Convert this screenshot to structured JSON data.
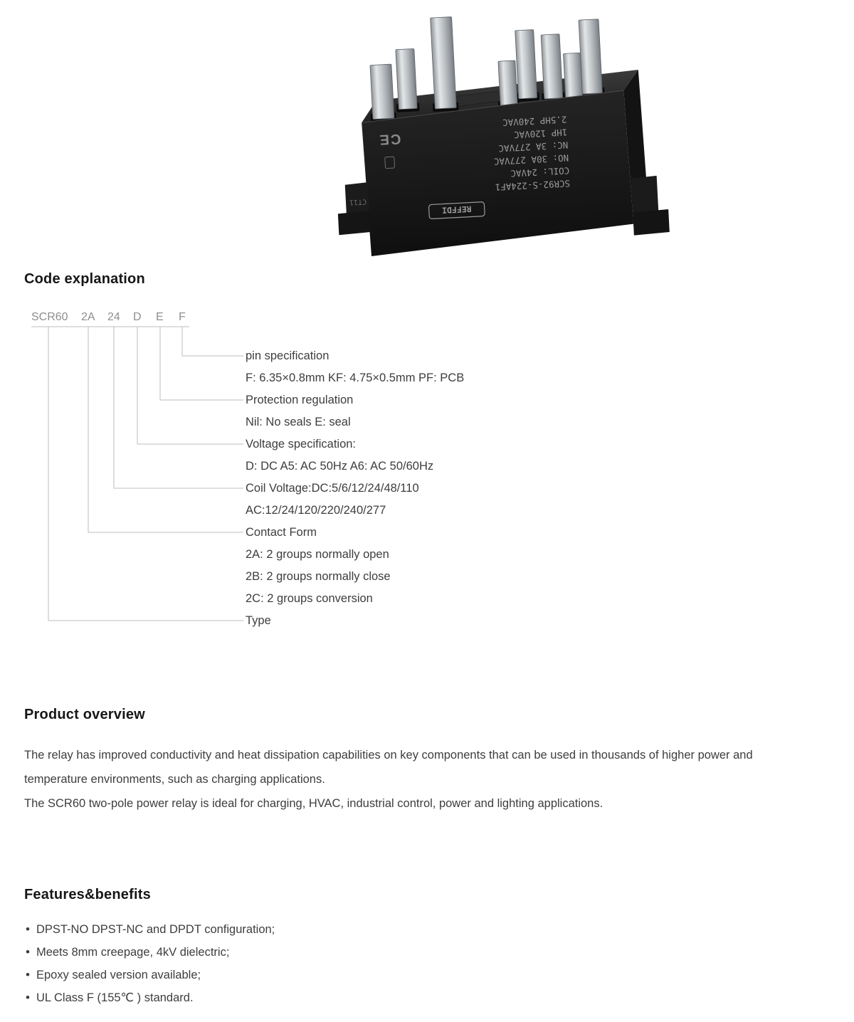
{
  "relay": {
    "model": "SCR92-S-224AF1",
    "coil": "COIL: 24VAC",
    "no_rating": "NO: 30A 277VAC",
    "nc_rating": "NC: 3A 277VAC",
    "hp_rating_1": "1HP 120VAC",
    "hp_rating_2": "2.5HP 240VAC",
    "brand": "REFFDI",
    "ce_mark": "CE",
    "side_code": "CT11"
  },
  "code_explanation": {
    "heading": "Code explanation",
    "segments": [
      "SCR60",
      "2A",
      "24",
      "D",
      "E",
      "F"
    ],
    "entries": [
      {
        "title": "pin specification",
        "lines": [
          "F: 6.35×0.8mm KF: 4.75×0.5mm PF: PCB"
        ]
      },
      {
        "title": "Protection regulation",
        "lines": [
          "Nil: No seals E: seal"
        ]
      },
      {
        "title": "Voltage specification:",
        "lines": [
          "D: DC A5: AC 50Hz A6: AC 50/60Hz"
        ]
      },
      {
        "title": "Coil Voltage:DC:5/6/12/24/48/110",
        "lines": [
          "AC:12/24/120/220/240/277"
        ]
      },
      {
        "title": "Contact Form",
        "lines": [
          "2A:  2 groups normally open",
          "2B:  2 groups normally close",
          "2C:  2 groups conversion"
        ]
      },
      {
        "title": "Type",
        "lines": []
      }
    ]
  },
  "product_overview": {
    "heading": "Product overview",
    "paragraph_1": "The relay has improved conductivity and heat dissipation capabilities on key components that can be used in thousands of higher power and temperature environments, such as charging applications.",
    "paragraph_2": "The SCR60 two-pole power relay is ideal for charging, HVAC, industrial control, power and lighting applications."
  },
  "features": {
    "heading": "Features&benefits",
    "items": [
      "DPST-NO DPST-NC and DPDT configuration;",
      "Meets 8mm creepage, 4kV dielectric;",
      "Epoxy sealed version available;",
      "UL Class F (155℃ ) standard."
    ]
  }
}
